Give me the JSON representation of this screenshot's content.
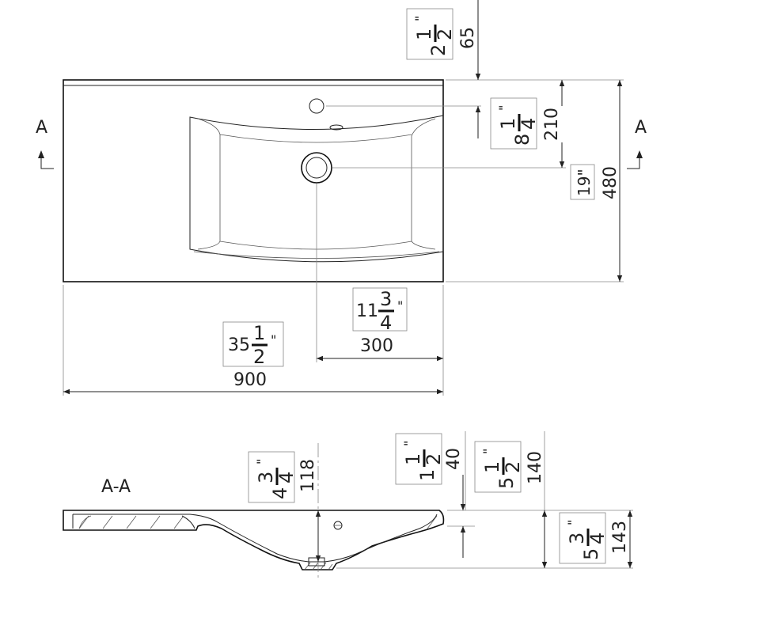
{
  "section_marks": {
    "left": "A",
    "right": "A",
    "section_title": "A-A"
  },
  "top_view": {
    "depth_total_mm": "480",
    "depth_total_in": "19\"",
    "tap_hole_offset_mm": "65",
    "tap_hole_offset_in": {
      "whole": "2",
      "num": "1",
      "den": "2",
      "mark": "\""
    },
    "drain_offset_mm": "210",
    "drain_offset_in": {
      "whole": "8",
      "num": "1",
      "den": "4",
      "mark": "\""
    },
    "drain_from_right_mm": "300",
    "drain_from_right_in": {
      "whole": "11",
      "num": "3",
      "den": "4",
      "mark": "\""
    },
    "width_total_mm": "900",
    "width_total_in": {
      "whole": "35",
      "num": "1",
      "den": "2",
      "mark": "\""
    }
  },
  "section_view": {
    "bowl_depth_mm": "118",
    "bowl_depth_in": {
      "whole": "4",
      "num": "3",
      "den": "4",
      "mark": "\""
    },
    "rim_thickness_mm": "40",
    "rim_thickness_in": {
      "whole": "1",
      "num": "1",
      "den": "2",
      "mark": "\""
    },
    "overall_height_a_mm": "140",
    "overall_height_a_in": {
      "whole": "5",
      "num": "1",
      "den": "2",
      "mark": "\""
    },
    "overall_height_b_mm": "143",
    "overall_height_b_in": {
      "whole": "5",
      "num": "3",
      "den": "4",
      "mark": "\""
    }
  }
}
